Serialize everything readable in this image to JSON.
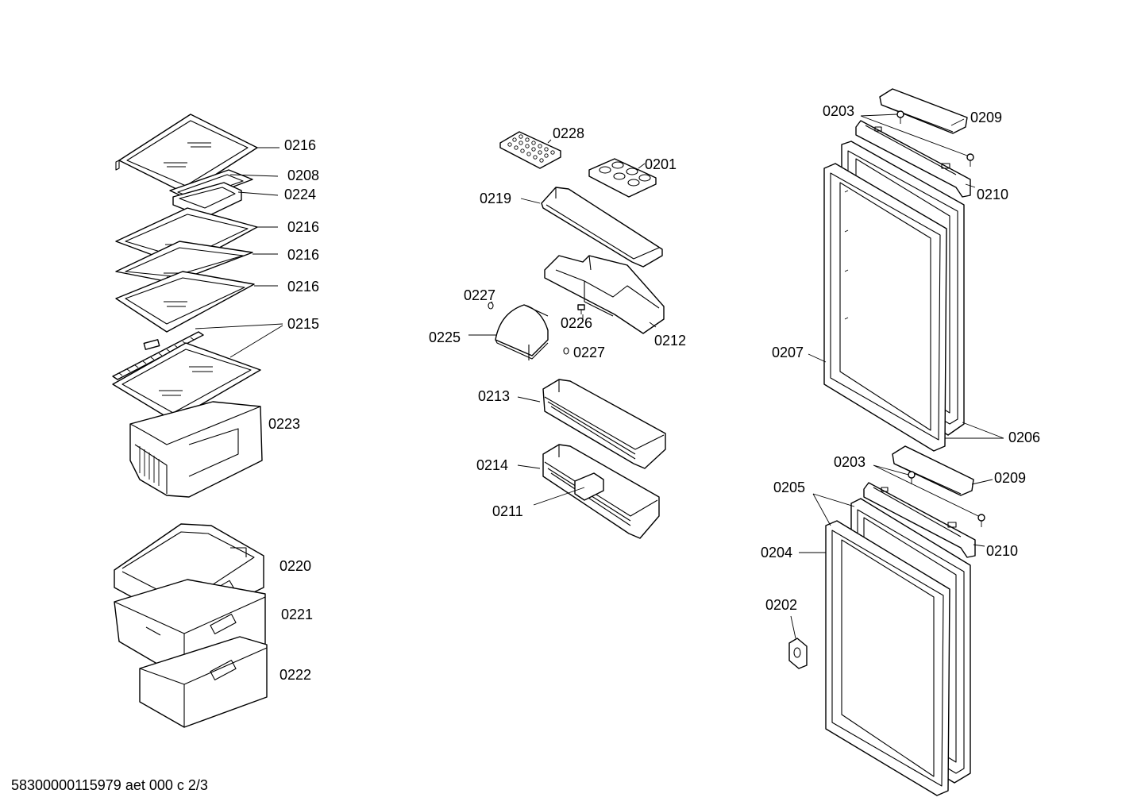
{
  "footer": {
    "document_id": "58300000115979 aet 000 c 2/3"
  },
  "callouts": {
    "c0201": "0201",
    "c0202": "0202",
    "c0203a": "0203",
    "c0203b": "0203",
    "c0204": "0204",
    "c0205": "0205",
    "c0206": "0206",
    "c0207": "0207",
    "c0208": "0208",
    "c0209a": "0209",
    "c0209b": "0209",
    "c0210a": "0210",
    "c0210b": "0210",
    "c0211": "0211",
    "c0212": "0212",
    "c0213": "0213",
    "c0214": "0214",
    "c0215": "0215",
    "c0216a": "0216",
    "c0216b": "0216",
    "c0216c": "0216",
    "c0216d": "0216",
    "c0219": "0219",
    "c0220": "0220",
    "c0221": "0221",
    "c0222": "0222",
    "c0223": "0223",
    "c0224": "0224",
    "c0225": "0225",
    "c0226": "0226",
    "c0227a": "0227",
    "c0227b": "0227",
    "c0228": "0228"
  }
}
